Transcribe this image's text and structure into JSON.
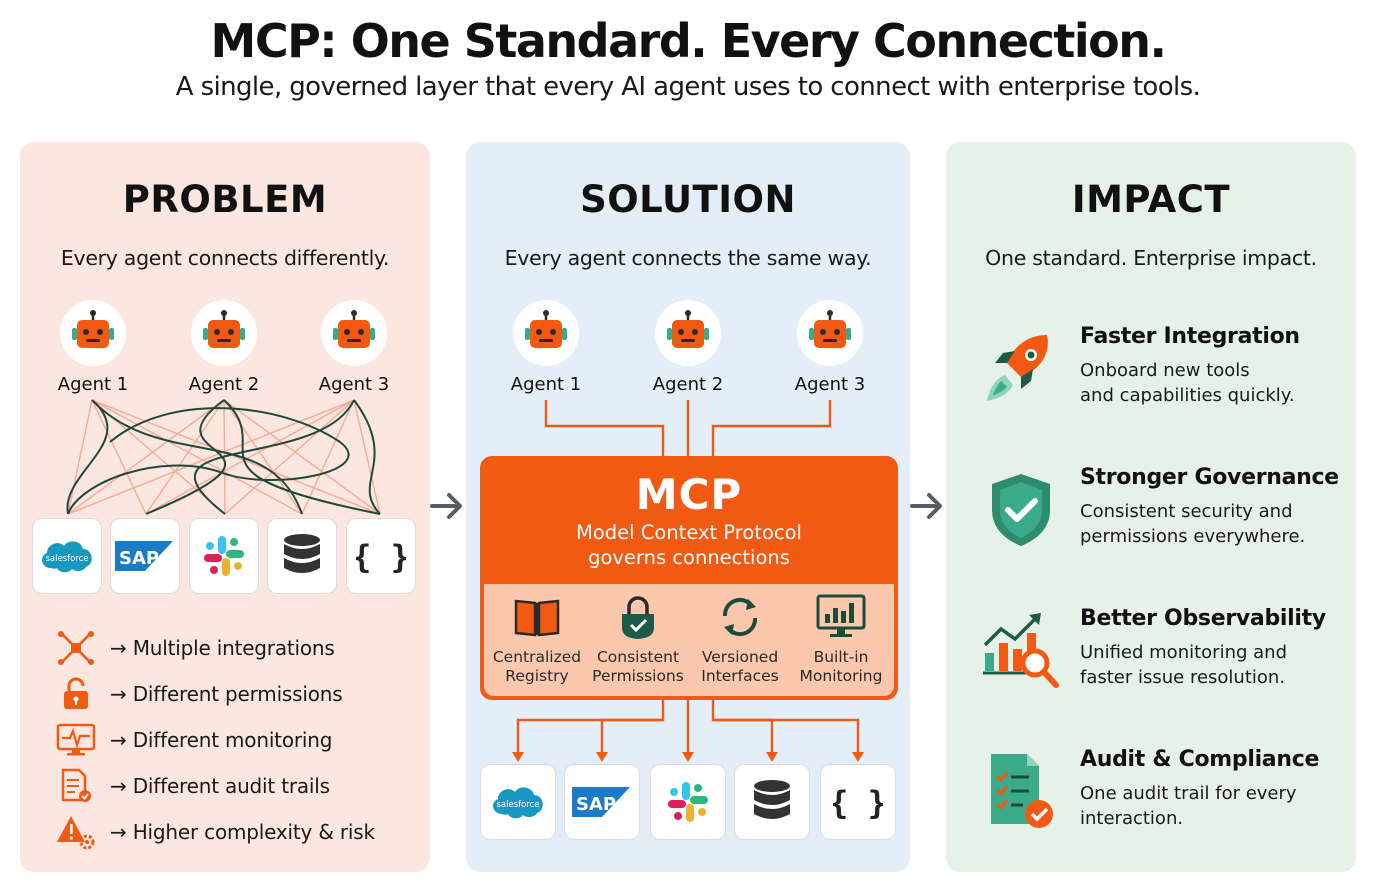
{
  "title": "MCP: One Standard. Every Connection.",
  "subtitle": "A single, governed layer that every AI agent uses to connect with enterprise tools.",
  "colors": {
    "accent": "#f25a14",
    "problem_bg": "#fce6e0",
    "solution_bg": "#e3eef9",
    "impact_bg": "#e6f2e8",
    "green": "#2e8b6e"
  },
  "problem": {
    "heading": "PROBLEM",
    "subheading": "Every agent connects differently.",
    "agents": [
      "Agent 1",
      "Agent 2",
      "Agent 3"
    ],
    "tools": [
      {
        "icon": "salesforce-logo",
        "text": "salesforce"
      },
      {
        "icon": "sap-logo",
        "text": "SAP"
      },
      {
        "icon": "slack-logo"
      },
      {
        "icon": "database-icon"
      },
      {
        "icon": "api-braces-icon",
        "text": "{ }"
      }
    ],
    "issues": [
      {
        "icon": "integrations-icon",
        "text": "→ Multiple integrations"
      },
      {
        "icon": "unlocked-icon",
        "text": "→ Different permissions"
      },
      {
        "icon": "monitor-icon",
        "text": "→ Different monitoring"
      },
      {
        "icon": "audit-doc-icon",
        "text": "→ Different audit trails"
      },
      {
        "icon": "warning-gear-icon",
        "text": "→ Higher complexity & risk"
      }
    ]
  },
  "solution": {
    "heading": "SOLUTION",
    "subheading": "Every agent connects the same way.",
    "agents": [
      "Agent 1",
      "Agent 2",
      "Agent 3"
    ],
    "mcp": {
      "title": "MCP",
      "line1": "Model Context Protocol",
      "line2": "governs connections",
      "features": [
        {
          "icon": "book-icon",
          "line1": "Centralized",
          "line2": "Registry"
        },
        {
          "icon": "lock-icon",
          "line1": "Consistent",
          "line2": "Permissions"
        },
        {
          "icon": "refresh-icon",
          "line1": "Versioned",
          "line2": "Interfaces"
        },
        {
          "icon": "chart-monitor-icon",
          "line1": "Built-in",
          "line2": "Monitoring"
        }
      ]
    },
    "tools": [
      {
        "icon": "salesforce-logo",
        "text": "salesforce"
      },
      {
        "icon": "sap-logo",
        "text": "SAP"
      },
      {
        "icon": "slack-logo"
      },
      {
        "icon": "database-icon"
      },
      {
        "icon": "api-braces-icon",
        "text": "{ }"
      }
    ]
  },
  "impact": {
    "heading": "IMPACT",
    "subheading": "One standard. Enterprise impact.",
    "items": [
      {
        "icon": "rocket-icon",
        "title": "Faster Integration",
        "line1": "Onboard new tools",
        "line2": "and capabilities quickly."
      },
      {
        "icon": "shield-check-icon",
        "title": "Stronger Governance",
        "line1": "Consistent security and",
        "line2": "permissions everywhere."
      },
      {
        "icon": "chart-magnifier-icon",
        "title": "Better Observability",
        "line1": "Unified monitoring and",
        "line2": "faster issue resolution."
      },
      {
        "icon": "checklist-icon",
        "title": "Audit & Compliance",
        "line1": "One audit trail for every",
        "line2": "interaction."
      }
    ]
  }
}
